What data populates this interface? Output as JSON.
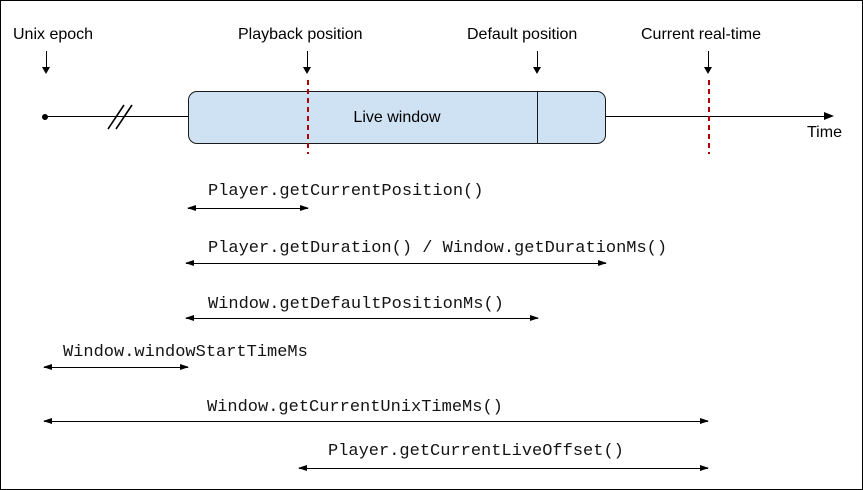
{
  "diagram": {
    "title_hint": "Live playback timeline",
    "markers": [
      {
        "id": "unix-epoch",
        "label": "Unix epoch"
      },
      {
        "id": "playback-position",
        "label": "Playback position"
      },
      {
        "id": "default-position",
        "label": "Default position"
      },
      {
        "id": "current-real-time",
        "label": "Current real-time"
      }
    ],
    "live_window_label": "Live window",
    "time_axis_label": "Time",
    "colors": {
      "window_fill": "#cfe2f3",
      "window_stroke": "#1a1a1a",
      "marker_dash_red": "#b00000",
      "line_black": "#000000"
    },
    "spans": [
      {
        "label": "Player.getCurrentPosition()",
        "from": "window-start",
        "to": "playback-position"
      },
      {
        "label": "Player.getDuration() / Window.getDurationMs()",
        "from": "window-start",
        "to": "window-end"
      },
      {
        "label": "Window.getDefaultPositionMs()",
        "from": "window-start",
        "to": "default-position"
      },
      {
        "label": "Window.windowStartTimeMs",
        "from": "unix-epoch",
        "to": "window-start"
      },
      {
        "label": "Window.getCurrentUnixTimeMs()",
        "from": "unix-epoch",
        "to": "current-real-time"
      },
      {
        "label": "Player.getCurrentLiveOffset()",
        "from": "playback-position",
        "to": "current-real-time"
      }
    ]
  }
}
